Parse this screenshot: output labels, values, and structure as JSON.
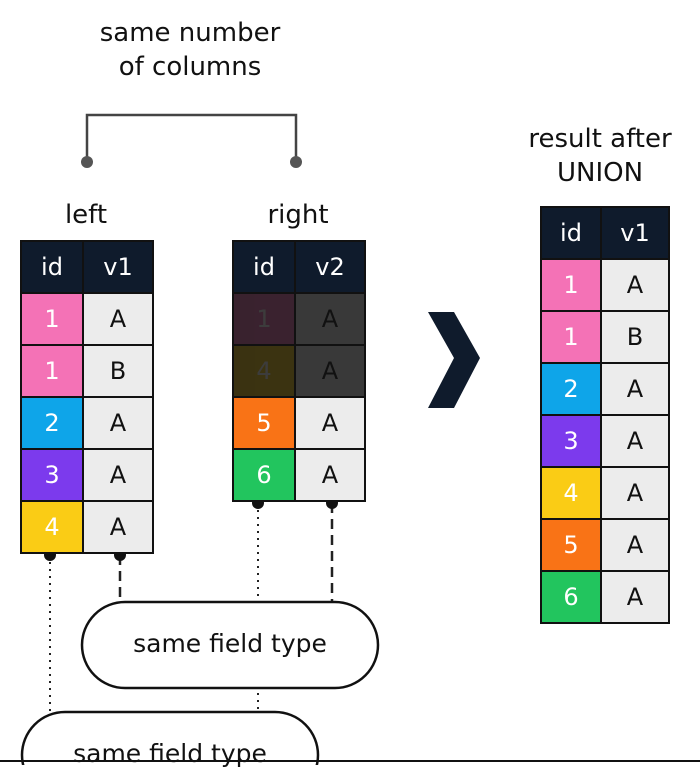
{
  "header": {
    "line1": "same number",
    "line2": "of columns"
  },
  "left_table": {
    "label": "left",
    "headers": [
      "id",
      "v1"
    ],
    "rows": [
      {
        "id": "1",
        "v": "A",
        "color": "#f472b6"
      },
      {
        "id": "1",
        "v": "B",
        "color": "#f472b6"
      },
      {
        "id": "2",
        "v": "A",
        "color": "#0ea5e9"
      },
      {
        "id": "3",
        "v": "A",
        "color": "#7c3aed"
      },
      {
        "id": "4",
        "v": "A",
        "color": "#facc15"
      }
    ]
  },
  "right_table": {
    "label": "right",
    "headers": [
      "id",
      "v2"
    ],
    "rows": [
      {
        "id": "1",
        "v": "A",
        "color": "#f472b6",
        "faded": true
      },
      {
        "id": "4",
        "v": "A",
        "color": "#facc15",
        "faded": true
      },
      {
        "id": "5",
        "v": "A",
        "color": "#f97316",
        "faded": false
      },
      {
        "id": "6",
        "v": "A",
        "color": "#22c55e",
        "faded": false
      }
    ]
  },
  "result_table": {
    "label_line1": "result after",
    "label_line2": "UNION",
    "headers": [
      "id",
      "v1"
    ],
    "rows": [
      {
        "id": "1",
        "v": "A",
        "color": "#f472b6"
      },
      {
        "id": "1",
        "v": "B",
        "color": "#f472b6"
      },
      {
        "id": "2",
        "v": "A",
        "color": "#0ea5e9"
      },
      {
        "id": "3",
        "v": "A",
        "color": "#7c3aed"
      },
      {
        "id": "4",
        "v": "A",
        "color": "#facc15"
      },
      {
        "id": "5",
        "v": "A",
        "color": "#f97316"
      },
      {
        "id": "6",
        "v": "A",
        "color": "#22c55e"
      }
    ]
  },
  "pill_upper": "same field type",
  "pill_lower": "same field type",
  "colors": {
    "header_bg": "#0f1b2c",
    "value_bg": "#ececec",
    "arrow": "#0f1b2c",
    "connector": "#444444"
  }
}
